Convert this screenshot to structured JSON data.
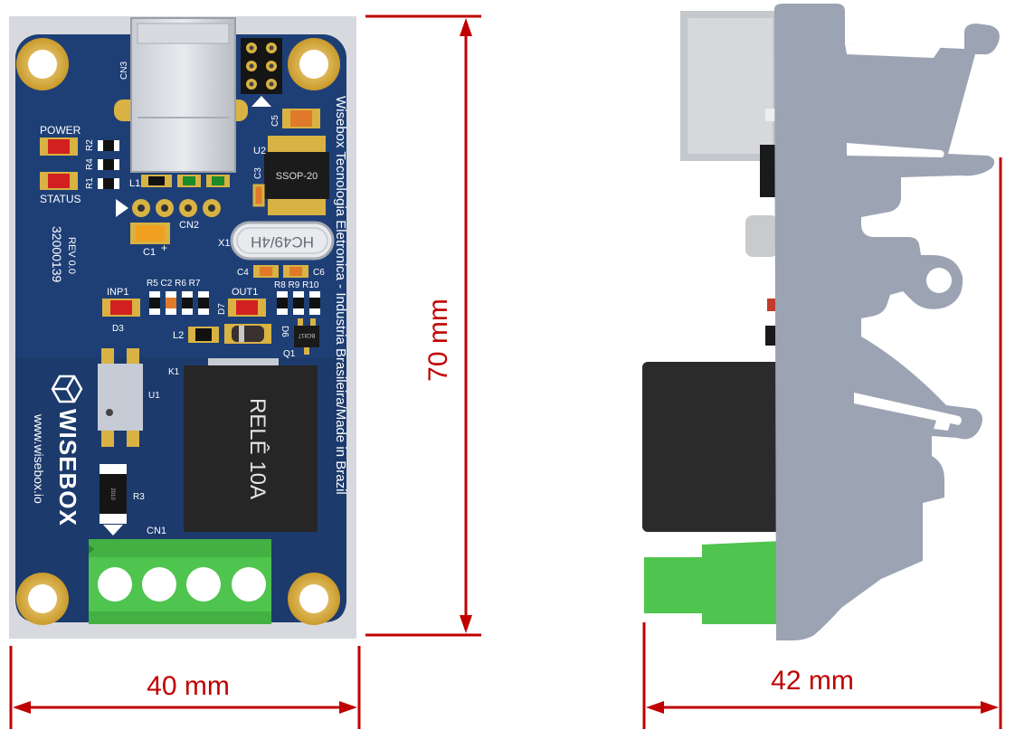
{
  "dimensions": {
    "width_front": "40 mm",
    "height_front": "70 mm",
    "width_side": "42 mm"
  },
  "board": {
    "company_text": "Wisebox Tecnologia Eletronica - Industria Brasileira/Made in Brazil",
    "brand_name": "WISEBOX",
    "website": "www.wisebox.io",
    "part_number": "32000139",
    "revision": "REV 0.0",
    "relay_text": "RELÊ 10A",
    "crystal_text": "HC49/4H",
    "ic_text": "SSOP-20",
    "labels": {
      "power": "POWER",
      "status": "STATUS",
      "inp1": "INP1",
      "out1": "OUT1",
      "cn1": "CN1",
      "cn2": "CN2",
      "cn3": "CN3",
      "u1": "U1",
      "u2": "U2",
      "k1": "K1",
      "x1": "X1",
      "l1": "L1",
      "l2": "L2",
      "q1": "Q1",
      "d3": "D3",
      "d6": "D6",
      "d7": "D7",
      "c1": "C1",
      "c3": "C3",
      "c4": "C4",
      "c5": "C5",
      "c6": "C6",
      "r1": "R1",
      "r2": "R2",
      "r3": "R3",
      "r4": "R4",
      "r5_r7": "R5 C2 R6 R7",
      "r8_r10": "R8 R9 R10",
      "r3_code": "2010",
      "q1_code": "BC817",
      "plus": "+"
    }
  },
  "colors": {
    "pcb": "#1e3f76",
    "pcb_lower": "#1c3b6e",
    "dimension": "#c00000",
    "terminal_green": "#4fc44f",
    "din_rail": "#9ca3b3",
    "relay": "#2b2b2b",
    "gold": "#d8b243"
  }
}
